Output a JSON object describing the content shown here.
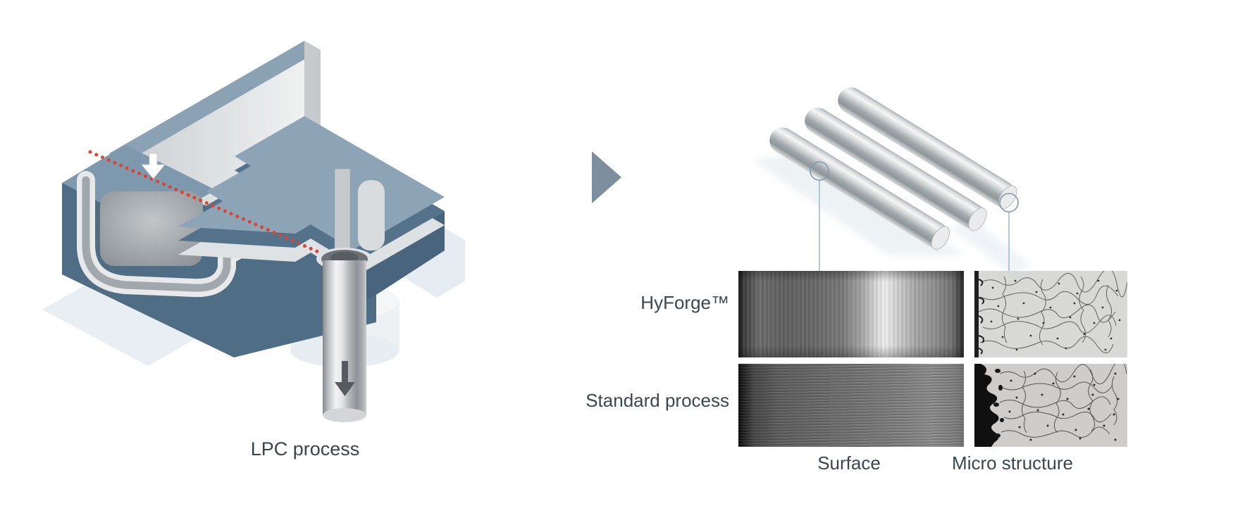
{
  "figure": {
    "left": {
      "caption": "LPC process"
    },
    "right": {
      "rows": [
        {
          "label": "HyForge™"
        },
        {
          "label": "Standard process"
        }
      ],
      "columns": [
        {
          "label": "Surface"
        },
        {
          "label": "Micro structure"
        }
      ]
    },
    "icons": {
      "flow_arrow": "triangle-right-icon",
      "mold_inlet_arrow": "arrow-down-icon",
      "piston_arrow": "arrow-down-icon",
      "surface_callout": "circle-callout-icon",
      "cross_section_callout": "circle-callout-icon"
    },
    "colors": {
      "label_text": "#3b4650",
      "flow_arrow": "#7d8e9e",
      "dotted_line_red": "#dd4330",
      "die_blue_top": "#8ca4b6",
      "die_blue_side": "#54728a",
      "die_blue_dark": "#4f6d85",
      "plate_top_blue": "#8aa2b4",
      "mold_lining_gray": "#e7e9ea",
      "cavity_gray": "#9aa0a5",
      "annotation_circle": "#7e99ab",
      "annotation_line": "#a4bac7",
      "shadow_blue": "#e9eef3"
    }
  }
}
